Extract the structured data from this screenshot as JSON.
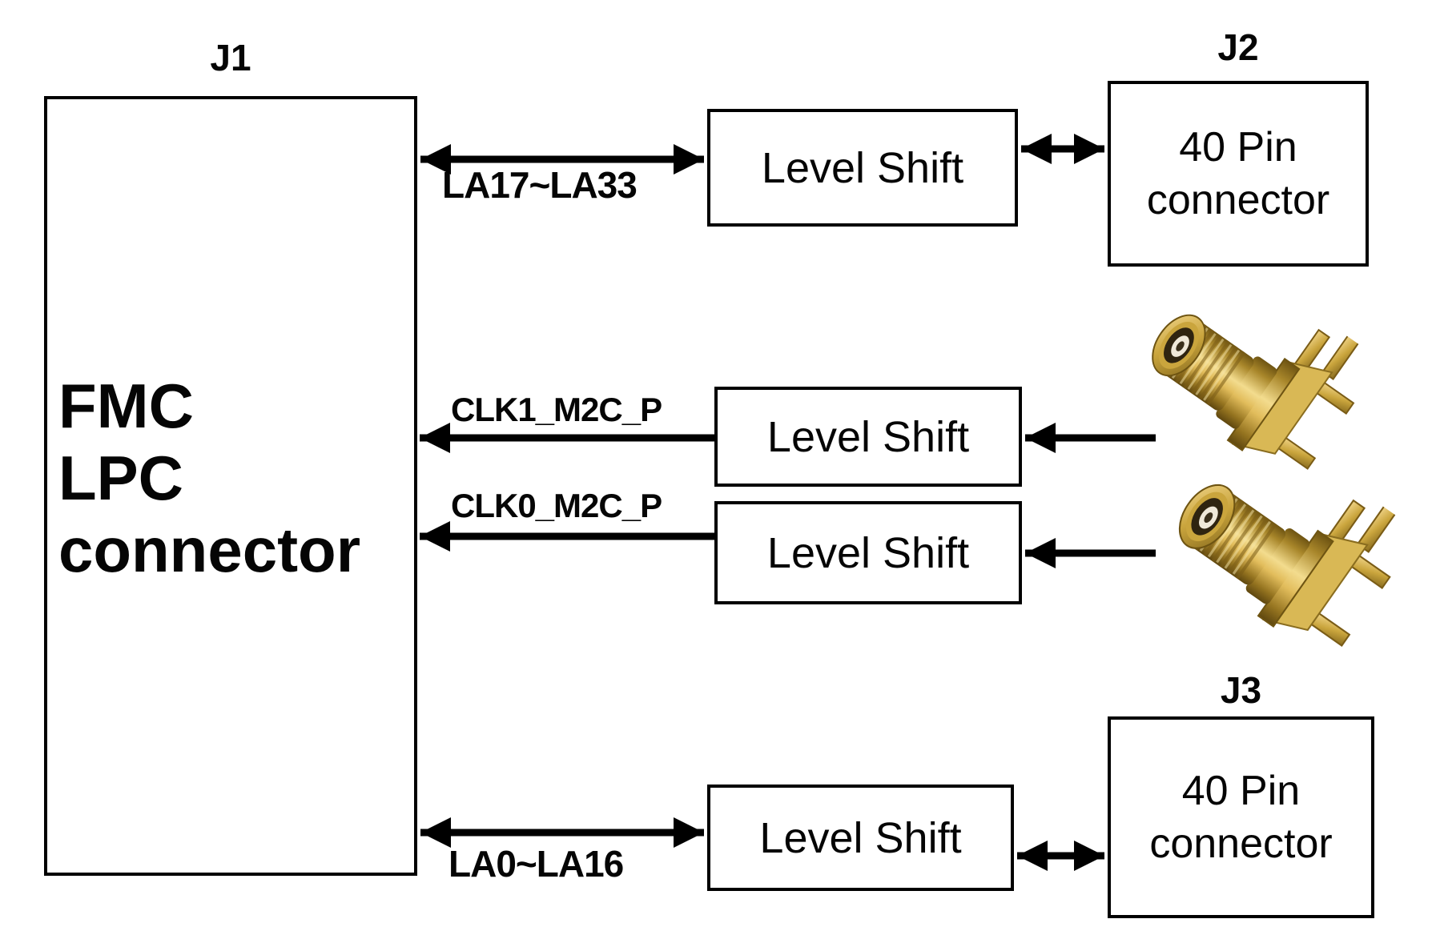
{
  "page": {
    "background": "#ffffff",
    "line_color": "#000000"
  },
  "blocks": {
    "j1": {
      "ref": "J1",
      "lines": [
        "FMC",
        "LPC",
        "connector"
      ]
    },
    "level_shift_top": {
      "label": "Level Shift"
    },
    "j2": {
      "ref": "J2",
      "lines": [
        "40 Pin",
        "connector"
      ]
    },
    "level_shift_clk1": {
      "label": "Level Shift"
    },
    "level_shift_clk0": {
      "label": "Level Shift"
    },
    "level_shift_bottom": {
      "label": "Level Shift"
    },
    "j3": {
      "ref": "J3",
      "lines": [
        "40 Pin",
        "connector"
      ]
    }
  },
  "signals": {
    "la17": {
      "label": "LA17~LA33",
      "direction": "bidirectional"
    },
    "clk1": {
      "label": "CLK1_M2C_P",
      "direction": "into-j1"
    },
    "clk0": {
      "label": "CLK0_M2C_P",
      "direction": "into-j1"
    },
    "la0": {
      "label": "LA0~LA16",
      "direction": "bidirectional"
    }
  },
  "images": {
    "sma1": {
      "name": "sma-connector-photo",
      "gold_color": "#d4af37"
    },
    "sma2": {
      "name": "sma-connector-photo",
      "gold_color": "#d4af37"
    }
  }
}
